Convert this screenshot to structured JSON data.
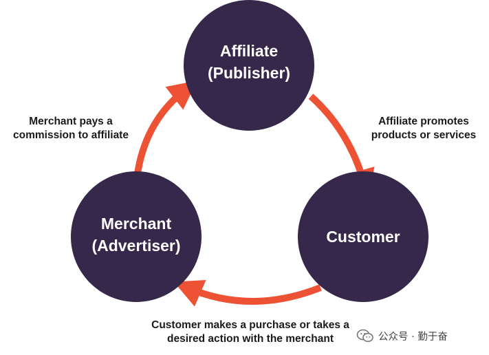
{
  "nodes": {
    "affiliate": {
      "line1": "Affiliate",
      "line2": "(Publisher)"
    },
    "customer": {
      "line1": "Customer"
    },
    "merchant": {
      "line1": "Merchant",
      "line2": "(Advertiser)"
    }
  },
  "edges": {
    "affiliate_to_customer": {
      "line1": "Affiliate promotes",
      "line2": "products or services"
    },
    "customer_to_merchant": {
      "line1": "Customer makes a purchase or takes a",
      "line2": "desired action with the merchant"
    },
    "merchant_to_affiliate": {
      "line1": "Merchant pays a",
      "line2": "commission to affiliate"
    }
  },
  "watermark": {
    "text": "公众号 · 勤于奋",
    "icon": "wechat-icon"
  },
  "colors": {
    "node_fill": "#35284a",
    "arrow": "#ee5235",
    "text": "#1a1a1a"
  }
}
